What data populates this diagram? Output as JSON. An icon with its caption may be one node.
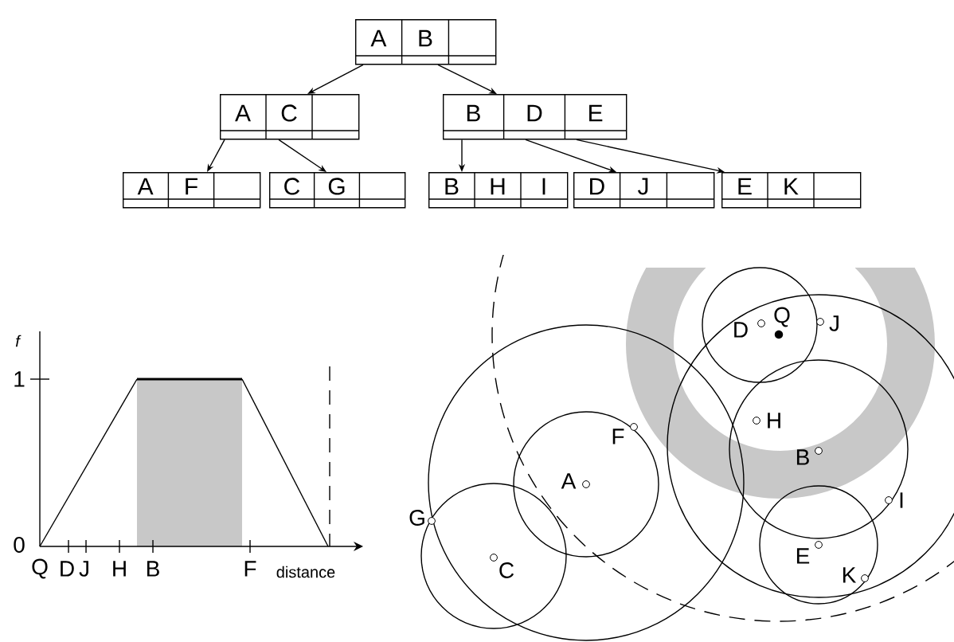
{
  "diagram": {
    "nodes": [
      {
        "text": [
          "A",
          "B"
        ]
      },
      {
        "text": [
          "A",
          "C"
        ]
      },
      {
        "text": [
          "B",
          "D",
          "E"
        ]
      },
      {
        "text": [
          "A",
          "F"
        ]
      },
      {
        "text": [
          "C",
          "G"
        ]
      },
      {
        "text": [
          "B",
          "H",
          "I"
        ]
      },
      {
        "text": [
          "D",
          "J"
        ]
      },
      {
        "text": [
          "E",
          "K"
        ]
      }
    ],
    "edges": [
      {
        "from": 0,
        "to": 1,
        "arrow": "to"
      },
      {
        "from": 0,
        "to": 2,
        "arrow": "to"
      },
      {
        "from": 1,
        "to": 3,
        "arrow": "to"
      },
      {
        "from": 1,
        "to": 4,
        "arrow": "to"
      },
      {
        "from": 2,
        "to": 5,
        "arrow": "to"
      },
      {
        "from": 2,
        "to": 6,
        "arrow": "to"
      },
      {
        "from": 2,
        "to": 7,
        "arrow": "to"
      }
    ],
    "labels": [
      "f",
      "1",
      "0",
      "Q",
      "D",
      "J",
      "H",
      "B",
      "F",
      "distance",
      "D",
      "Q",
      "J",
      "H",
      "F",
      "B",
      "A",
      "I",
      "G",
      "C",
      "E",
      "K"
    ]
  }
}
